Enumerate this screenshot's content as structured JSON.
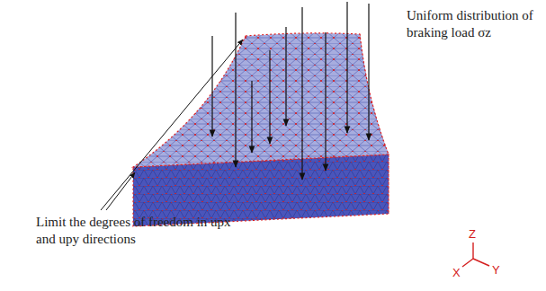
{
  "diagram": {
    "labels": [
      "Uniform distribution of braking load σz",
      "Limit the degrees of freedom in upx and upy directions",
      "Z",
      "X",
      "Y"
    ]
  }
}
